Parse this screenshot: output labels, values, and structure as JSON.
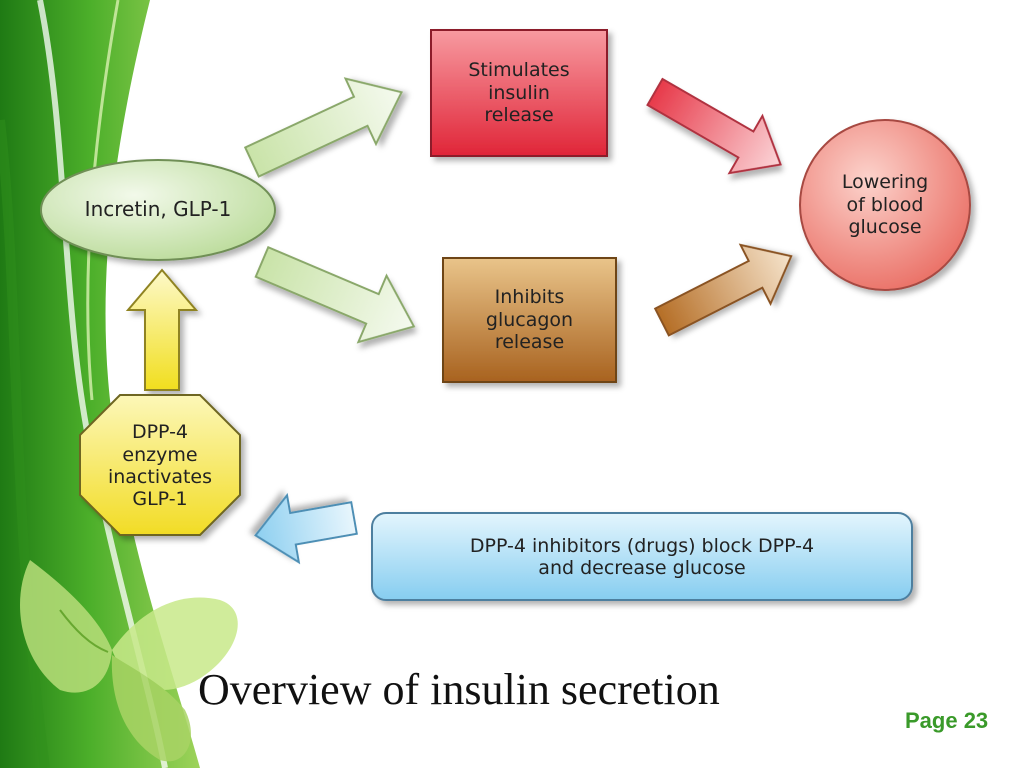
{
  "slide": {
    "title": "Overview of insulin secretion",
    "page_label": "Page 23"
  },
  "diagram": {
    "nodes": {
      "incretin": "Incretin, GLP-1",
      "stimulates": "Stimulates\ninsulin\nrelease",
      "inhibits": "Inhibits\nglucagon\nrelease",
      "lowering": "Lowering\nof blood\nglucose",
      "dpp4_enzyme": "DPP-4\nenzyme\ninactivates\nGLP-1",
      "inhibitors": "DPP-4 inhibitors (drugs) block DPP-4\nand decrease glucose"
    }
  },
  "colors": {
    "green_band": "#4caf2a",
    "incretin_fill": "#d9ebc4",
    "stimulates_fill": "#e8374a",
    "inhibits_fill": "#b9742c",
    "lowering_fill": "#f0877c",
    "dpp4_fill": "#f7e640",
    "inhibitors_fill": "#9fd8f4",
    "page_number": "#3a9a2a"
  }
}
